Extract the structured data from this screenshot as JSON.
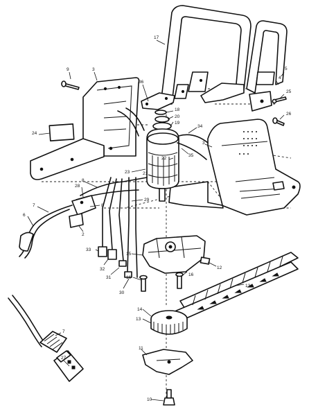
{
  "callouts": [
    {
      "id": "c-17",
      "text": "17"
    },
    {
      "id": "c-4",
      "text": "4"
    },
    {
      "id": "c-5",
      "text": "5"
    },
    {
      "id": "c-9",
      "text": "9"
    },
    {
      "id": "c-3a",
      "text": "3"
    },
    {
      "id": "c-36",
      "text": "36"
    },
    {
      "id": "c-25",
      "text": "25"
    },
    {
      "id": "c-26",
      "text": "26"
    },
    {
      "id": "c-18",
      "text": "18"
    },
    {
      "id": "c-20",
      "text": "20"
    },
    {
      "id": "c-19",
      "text": "19"
    },
    {
      "id": "c-34",
      "text": "34"
    },
    {
      "id": "c-24",
      "text": "24"
    },
    {
      "id": "c-3b",
      "text": "3"
    },
    {
      "id": "c-35",
      "text": "35"
    },
    {
      "id": "c-22",
      "text": "22"
    },
    {
      "id": "c-23",
      "text": "23"
    },
    {
      "id": "c-21",
      "text": "21"
    },
    {
      "id": "c-28",
      "text": "28"
    },
    {
      "id": "c-8a",
      "text": "8"
    },
    {
      "id": "c-29",
      "text": "29"
    },
    {
      "id": "c-7a",
      "text": "7"
    },
    {
      "id": "c-8b",
      "text": "8"
    },
    {
      "id": "c-6",
      "text": "6"
    },
    {
      "id": "c-2",
      "text": "2"
    },
    {
      "id": "c-33",
      "text": "33"
    },
    {
      "id": "c-15",
      "text": "15"
    },
    {
      "id": "c-12",
      "text": "12"
    },
    {
      "id": "c-32",
      "text": "32"
    },
    {
      "id": "c-31",
      "text": "31"
    },
    {
      "id": "c-16a",
      "text": "16"
    },
    {
      "id": "c-16b",
      "text": "16"
    },
    {
      "id": "c-30",
      "text": "30"
    },
    {
      "id": "c-13a",
      "text": "13"
    },
    {
      "id": "c-14",
      "text": "14"
    },
    {
      "id": "c-13b",
      "text": "13"
    },
    {
      "id": "c-7b",
      "text": "7"
    },
    {
      "id": "c-27",
      "text": "27"
    },
    {
      "id": "c-11",
      "text": "11"
    },
    {
      "id": "c-10",
      "text": "10"
    }
  ]
}
